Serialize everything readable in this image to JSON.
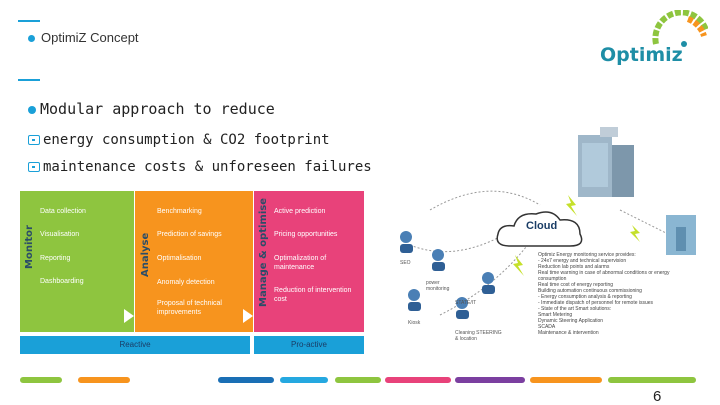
{
  "header": {
    "title": "OptimiZ Concept",
    "logo_text": "Optimiz"
  },
  "heading": "Modular approach to reduce",
  "bullets": [
    "energy consumption & CO2 footprint",
    "maintenance costs & unforeseen failures"
  ],
  "diagram": {
    "monitor": {
      "label": "Monitor",
      "items": [
        "Data collection",
        "Visualisation",
        "Reporting",
        "Dashboarding"
      ]
    },
    "analyse": {
      "label": "Analyse",
      "items": [
        "Benchmarking",
        "Prediction of savings",
        "Optimalisation",
        "Anomaly detection",
        "Proposal of technical improvements"
      ]
    },
    "manage": {
      "label": "Manage & optimise",
      "items": [
        "Active prediction",
        "Pricing opportunities",
        "Optimalization of maintenance",
        "Reduction of intervention cost"
      ]
    },
    "reactive": "Reactive",
    "proactive": "Pro-active"
  },
  "network": {
    "cloud_label": "Cloud",
    "user_labels": [
      "SEO",
      "power monitoring",
      "Kiosk",
      "STATE/IT",
      "Cleaning STEERING & location"
    ],
    "description": [
      "Optimiz Energy monitoring service provides:",
      "- 24x7 energy and technical supervision",
      "Reduction lab points and alarms",
      "Real time warning in case of abnormal conditions or energy consumption",
      "Real time cost of energy reporting",
      "Building automation continuous commissioning",
      "- Energy consumption analysis & reporting",
      "- Immediate dispatch of personnel for remote issues",
      "- State of the art Smart solutions:",
      "Smart Metering",
      "Dynamic Steering Application",
      "SCADA",
      "Maintenance & intervention"
    ]
  },
  "footer": {
    "page_number": "6",
    "bar_colors": [
      "#8ec53f",
      "#f7941e",
      "#1a6fb5",
      "#25a8e0",
      "#8ec53f",
      "#e8427a",
      "#7b3fa0",
      "#f7941e",
      "#8ec53f"
    ]
  }
}
